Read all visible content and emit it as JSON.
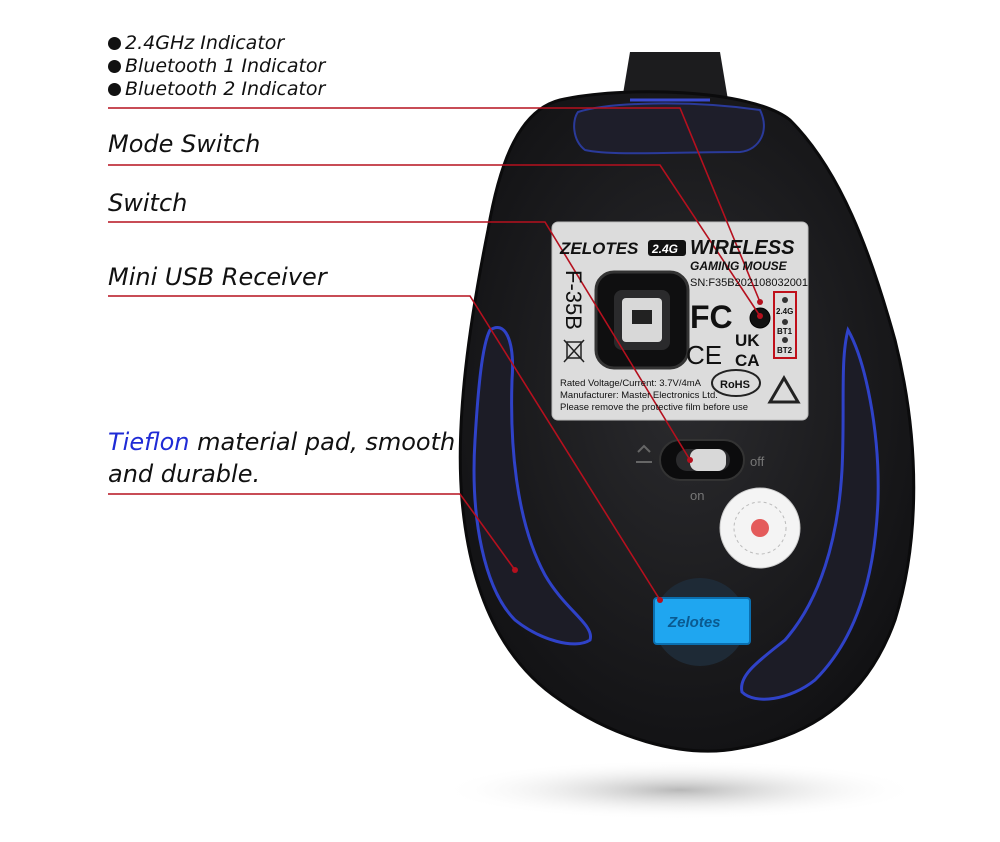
{
  "indicators": {
    "item_1": "2.4GHz Indicator",
    "item_2": "Bluetooth 1 Indicator",
    "item_3": "Bluetooth 2 Indicator"
  },
  "callouts": {
    "mode_switch": "Mode Switch",
    "switch": "Switch",
    "mini_usb_receiver": "Mini USB Receiver",
    "pad_highlight": "Tieflon",
    "pad_line1_rest": " material pad, smooth",
    "pad_line2": "and durable."
  },
  "label": {
    "brand": "ZELOTES",
    "badge": "2.4G",
    "wireless": "WIRELESS",
    "gaming_mouse": "GAMING MOUSE",
    "serial": "SN:F35B202108032001",
    "model": "F-35B",
    "fc": "FC",
    "ce": "CE",
    "ukca_top": "UK",
    "ukca_bottom": "CA",
    "rohs": "RoHS",
    "led_24g": "2.4G",
    "led_bt1": "BT1",
    "led_bt2": "BT2",
    "rated": "Rated Voltage/Current: 3.7V/4mA",
    "manufacturer": "Manufacturer: Master Electronics Ltd.",
    "film_note": "Please remove the protective film before use"
  },
  "switch_labels": {
    "on": "on",
    "off": "off"
  },
  "receiver_logo": "Zelotes",
  "colors": {
    "leader_line": "#b5101e",
    "pad_text_highlight": "#1f2bd6",
    "receiver": "#1fa6f0",
    "mouse_body": "#1a1a1c"
  }
}
